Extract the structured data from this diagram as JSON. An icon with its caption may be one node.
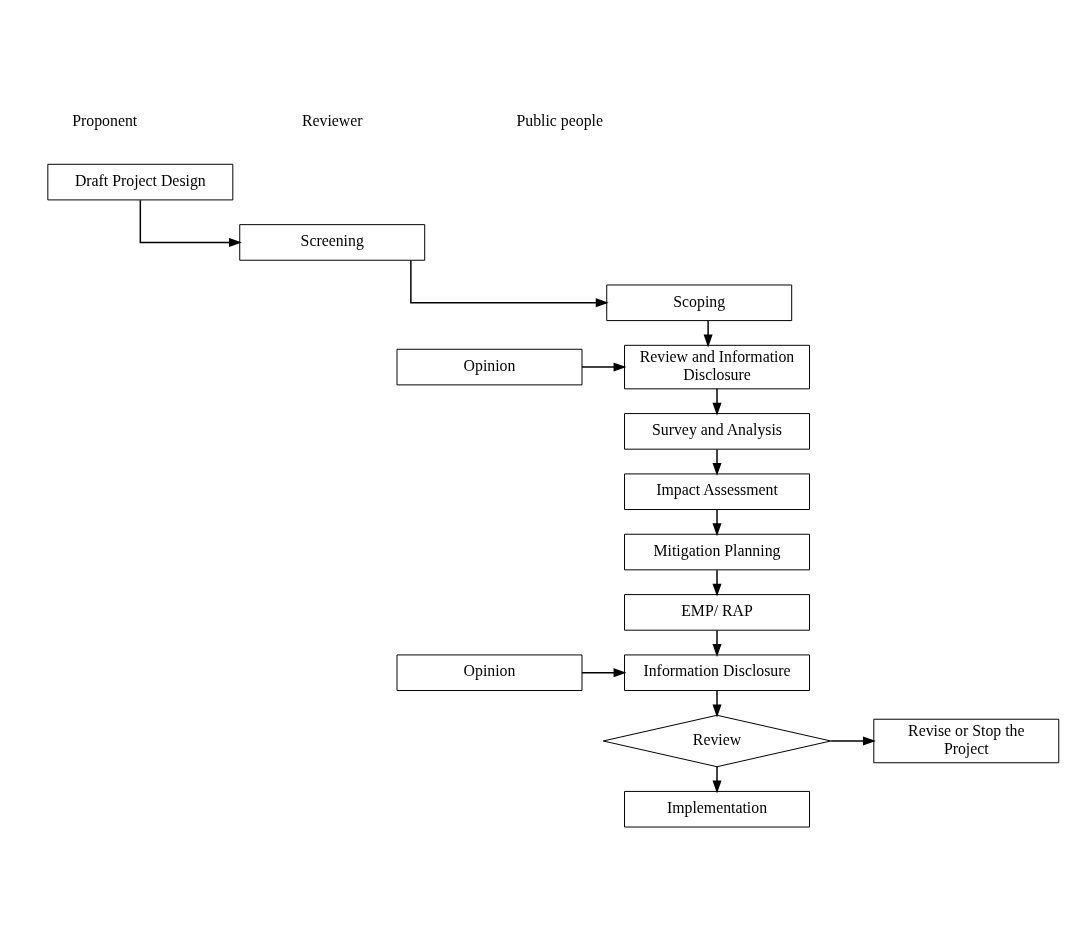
{
  "diagram": {
    "nodes": [
      {
        "text": [
          "Draft Project Design"
        ]
      },
      {
        "text": [
          "Screening"
        ]
      },
      {
        "text": [
          "Scoping"
        ]
      },
      {
        "text": [
          "Review and Information Disclosure"
        ]
      },
      {
        "text": [
          "Opinion"
        ]
      },
      {
        "text": [
          "Survey and Analysis"
        ]
      },
      {
        "text": [
          "Impact Assessment"
        ]
      },
      {
        "text": [
          "Mitigation Planning"
        ]
      },
      {
        "text": [
          "EMP/ RAP"
        ]
      },
      {
        "text": [
          "Information Disclosure"
        ]
      },
      {
        "text": [
          "Opinion"
        ]
      },
      {
        "text": [
          "Review"
        ]
      },
      {
        "text": [
          "Revise or Stop the Project"
        ]
      },
      {
        "text": [
          "Implementation"
        ]
      }
    ],
    "edges": [
      {
        "from": 0,
        "to": 1,
        "arrow": "to"
      },
      {
        "from": 1,
        "to": 2,
        "arrow": "to"
      },
      {
        "from": 2,
        "to": 3,
        "arrow": "to"
      },
      {
        "from": 4,
        "to": 3,
        "arrow": "to"
      },
      {
        "from": 3,
        "to": 5,
        "arrow": "to"
      },
      {
        "from": 5,
        "to": 6,
        "arrow": "to"
      },
      {
        "from": 6,
        "to": 7,
        "arrow": "to"
      },
      {
        "from": 7,
        "to": 8,
        "arrow": "to"
      },
      {
        "from": 8,
        "to": 9,
        "arrow": "to"
      },
      {
        "from": 10,
        "to": 9,
        "arrow": "to"
      },
      {
        "from": 9,
        "to": 11,
        "arrow": "to"
      },
      {
        "from": 11,
        "to": 12,
        "arrow": "to"
      },
      {
        "from": 11,
        "to": 13,
        "arrow": "to"
      }
    ],
    "labels": [
      "Proponent",
      "Reviewer",
      "Public people"
    ]
  }
}
